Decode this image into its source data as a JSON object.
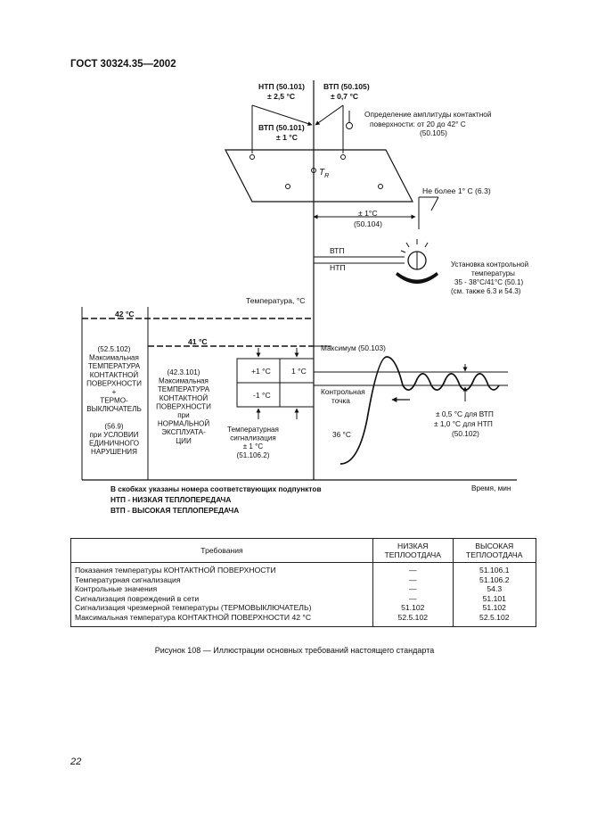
{
  "header": {
    "doc_id": "ГОСТ 30324.35—2002"
  },
  "figure": {
    "labels": {
      "ntp_101": "НТП (50.101)",
      "ntp_101_tol": "± 2,5 °C",
      "vtp_105": "ВТП (50.105)",
      "vtp_105_tol": "± 0,7 °C",
      "vtp_101": "ВТП (50.101)",
      "vtp_101_tol": "± 1 °C",
      "amp_line1": "Определение амплитуды контактной",
      "amp_line2": "поверхности: от 20 до 42° С",
      "amp_line3": "(50.105)",
      "tr_symbol": "T",
      "tr_sub": "R",
      "not_more": "Не более 1° С (6.3)",
      "pm1_a": "± 1°C",
      "pm1_b": "(50.104)",
      "vtp": "ВТП",
      "ntp": "НТП",
      "setpoint_1": "Установка контрольной",
      "setpoint_2": "температуры",
      "setpoint_3": "35 - 38°C/41°C (50.1)",
      "setpoint_4": "(см. также 6.3 и 54.3)",
      "temp_axis": "Температура, °C",
      "t42": "42 °C",
      "t41": "41 °C",
      "max_103": "Максимум (50.103)",
      "plus1": "+1 °C",
      "minus1": "-1 °C",
      "one_c": "1 °C",
      "control_pt_1": "Контрольная",
      "control_pt_2": "точка",
      "left_col": [
        "(52.5.102)",
        "Максимальная",
        "ТЕМПЕРАТУРА",
        "КОНТАКТНОЙ",
        "ПОВЕРХНОСТИ",
        "+",
        "ТЕРМО-",
        "ВЫКЛЮЧАТЕЛЬ",
        "",
        "(56.9)",
        "при УСЛОВИИ",
        "ЕДИНИЧНОГО",
        "НАРУШЕНИЯ"
      ],
      "mid_col": [
        "(42.3.101)",
        "Максимальная",
        "ТЕМПЕРАТУРА",
        "КОНТАКТНОЙ",
        "ПОВЕРХНОСТИ",
        "при",
        "НОРМАЛЬНОЙ",
        "ЭКСПЛУАТА-",
        "ЦИИ"
      ],
      "alarm_col": [
        "Температурная",
        "сигнализация",
        "± 1 °C",
        "(51.106.2)"
      ],
      "right_tol_1": "± 0,5 °C для ВТП",
      "right_tol_2": "± 1,0 °C для НТП",
      "right_tol_3": "(50.102)",
      "t36": "36 °C",
      "time_axis": "Время, мин",
      "note1": "В скобках указаны номера соответствующих подпунктов",
      "note2": "НТП - НИЗКАЯ ТЕПЛОПЕРЕДАЧА",
      "note3": "ВТП - ВЫСОКАЯ ТЕПЛОПЕРЕДАЧА"
    }
  },
  "table": {
    "headers": {
      "req": "Требования",
      "low": "НИЗКАЯ ТЕПЛООТДАЧА",
      "high": "ВЫСОКАЯ ТЕПЛООТДАЧА"
    },
    "rows": [
      {
        "req": "Показания температуры КОНТАКТНОЙ ПОВЕРХНОСТИ",
        "low": "—",
        "high": "51.106.1"
      },
      {
        "req": "Температурная сигнализация",
        "low": "—",
        "high": "51.106.2"
      },
      {
        "req": "Контрольные значения",
        "low": "—",
        "high": "54.3"
      },
      {
        "req": "Сигнализация повреждений в сети",
        "low": "—",
        "high": "51.101"
      },
      {
        "req": "Сигнализация чрезмерной температуры (ТЕРМОВЫКЛЮЧАТЕЛЬ)",
        "low": "51.102",
        "high": "51.102"
      },
      {
        "req": "Максимальная температура КОНТАКТНОЙ ПОВЕРХНОСТИ 42 °C",
        "low": "52.5.102",
        "high": "52.5.102"
      }
    ]
  },
  "caption": "Рисунок 108 — Иллюстрации основных требований настоящего стандарта",
  "page_number": "22"
}
